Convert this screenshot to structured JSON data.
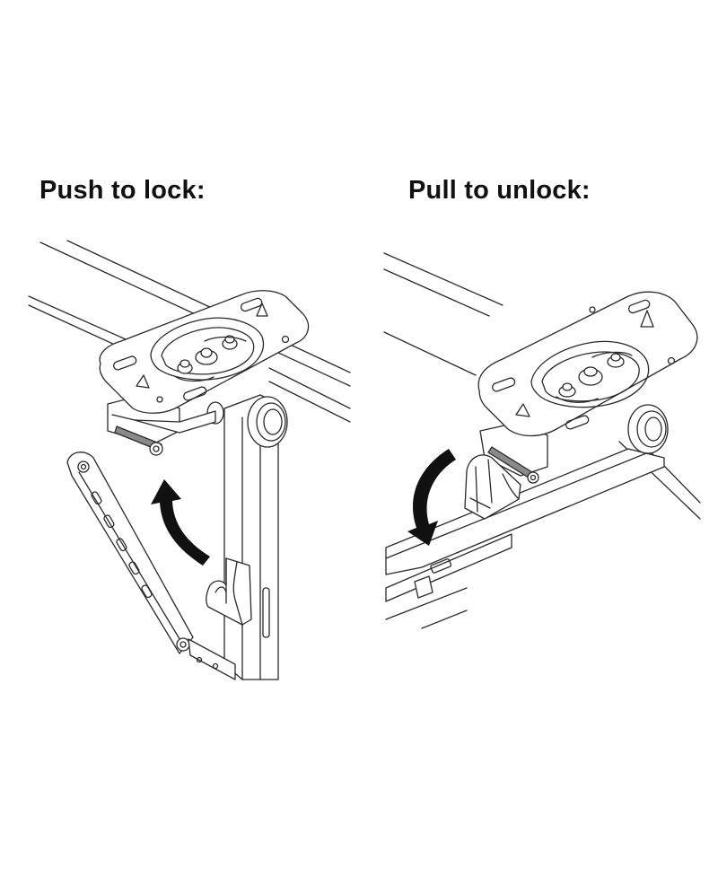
{
  "panels": [
    {
      "title": "Push to lock:",
      "arrow_direction": "counter-clockwise-up"
    },
    {
      "title": "Pull to unlock:",
      "arrow_direction": "counter-clockwise-down"
    }
  ],
  "colors": {
    "line": "#2a2a2a",
    "arrow": "#111111",
    "background": "#ffffff"
  }
}
